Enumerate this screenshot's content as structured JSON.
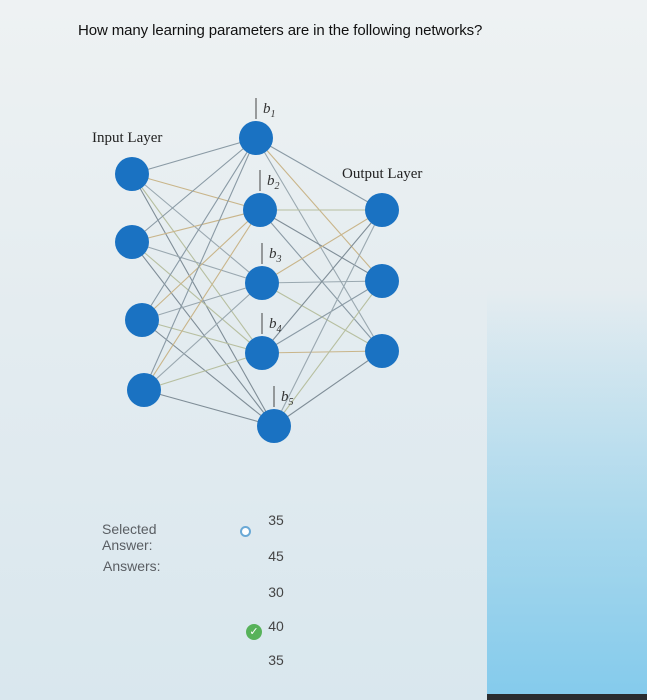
{
  "question": {
    "text": "How many learning parameters are in the following networks?"
  },
  "network": {
    "input_label": "Input Layer",
    "output_label": "Output Layer",
    "bias_labels": [
      {
        "base": "b",
        "sub": "1"
      },
      {
        "base": "b",
        "sub": "2"
      },
      {
        "base": "b",
        "sub": "3"
      },
      {
        "base": "b",
        "sub": "4"
      },
      {
        "base": "b",
        "sub": "5"
      }
    ],
    "node_color": "#1a72c2"
  },
  "answers": {
    "selected_label": "Selected Answer:",
    "answers_label": "Answers:",
    "selected_value": "35",
    "options": [
      "45",
      "30",
      "40",
      "35"
    ],
    "correct_option": "40"
  }
}
